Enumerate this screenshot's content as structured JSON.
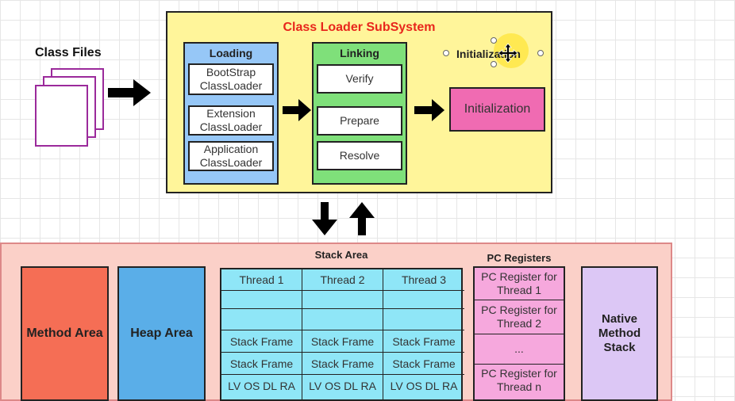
{
  "class_files": {
    "label": "Class Files"
  },
  "class_loader": {
    "title": "Class Loader SubSystem",
    "loading": {
      "title": "Loading",
      "items": [
        "BootStrap ClassLoader",
        "Extension ClassLoader",
        "Application ClassLoader"
      ]
    },
    "linking": {
      "title": "Linking",
      "items": [
        "Verify",
        "Prepare",
        "Resolve"
      ]
    },
    "initialization": {
      "label": "Initialization",
      "selected_text": "Initialization"
    }
  },
  "runtime_data": {
    "method_area": "Method Area",
    "heap_area": "Heap Area",
    "stack_area": {
      "title": "Stack Area",
      "columns": [
        "Thread 1",
        "Thread 2",
        "Thread 3"
      ],
      "rows": [
        [
          "",
          "",
          ""
        ],
        [
          "",
          "",
          ""
        ],
        [
          "Stack Frame",
          "Stack Frame",
          "Stack Frame"
        ],
        [
          "Stack Frame",
          "Stack Frame",
          "Stack Frame"
        ],
        [
          "LV OS DL RA",
          "LV OS DL RA",
          "LV OS DL RA"
        ]
      ]
    },
    "pc_registers": {
      "title": "PC Registers",
      "items": [
        "PC Register for Thread 1",
        "PC Register for Thread 2",
        "...",
        "PC Register for Thread n"
      ]
    },
    "native_method_stack": "Native Method Stack"
  },
  "colors": {
    "subsystem_bg": "#fff59a",
    "title_red": "#e8261c",
    "loading_bg": "#96c7f7",
    "linking_bg": "#7fe07a",
    "init_bg": "#f06bb2",
    "runtime_bg": "#fbd0c8",
    "method_bg": "#f56e55",
    "heap_bg": "#5aaee8",
    "stack_bg": "#8fe6f7",
    "pc_bg": "#f6a8dd",
    "native_bg": "#dcc7f5"
  }
}
